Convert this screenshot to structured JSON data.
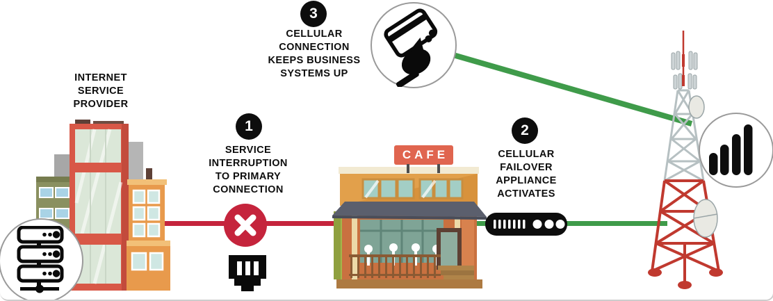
{
  "diagram": {
    "subject": "cellular-failover-infographic",
    "isp_label": {
      "lines": [
        "INTERNET",
        "SERVICE",
        "PROVIDER"
      ]
    },
    "steps": [
      {
        "number": "1",
        "lines": [
          "SERVICE",
          "INTERRUPTION",
          "TO PRIMARY",
          "CONNECTION"
        ]
      },
      {
        "number": "2",
        "lines": [
          "CELLULAR",
          "FAILOVER",
          "APPLIANCE",
          "ACTIVATES"
        ]
      },
      {
        "number": "3",
        "lines": [
          "CELLULAR",
          "CONNECTION",
          "KEEPS BUSINESS",
          "SYSTEMS UP"
        ]
      }
    ],
    "cafe": {
      "sign_text": "CAFE"
    },
    "icons": {
      "server_rack": "server-rack-icon",
      "broken_connection": "x-mark-icon",
      "ethernet_jack": "ethernet-jack-icon",
      "failover_appliance": "failover-appliance-icon",
      "credit_card_hand": "credit-card-hand-icon",
      "signal_bars": "signal-bars-icon",
      "cell_tower": "cell-tower",
      "isp_building": "isp-building",
      "cafe_building": "cafe-building"
    },
    "colors": {
      "primary_line_red": "#c5243c",
      "cellular_line_green": "#3f9b4a",
      "icon_black": "#0d0d0d",
      "cafe_sign_red": "#e0654f",
      "circle_border_gray": "#9a9a9a"
    }
  }
}
